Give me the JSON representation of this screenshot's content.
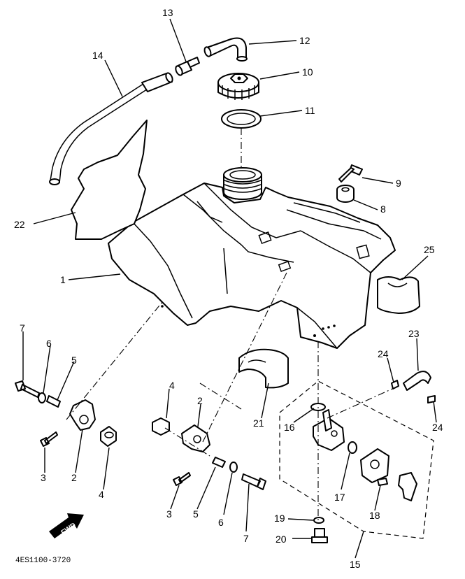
{
  "diagram": {
    "figure_code": "4ES1100-3720",
    "fwd_label": "FWD",
    "callouts": [
      "13",
      "12",
      "14",
      "10",
      "11",
      "9",
      "8",
      "22",
      "25",
      "1",
      "7",
      "6",
      "5",
      "23",
      "24",
      "4",
      "2",
      "21",
      "24",
      "16",
      "3",
      "2",
      "4",
      "17",
      "18",
      "3",
      "5",
      "6",
      "7",
      "19",
      "20",
      "15"
    ]
  },
  "colors": {
    "ink": "#000000",
    "paper": "#ffffff"
  }
}
